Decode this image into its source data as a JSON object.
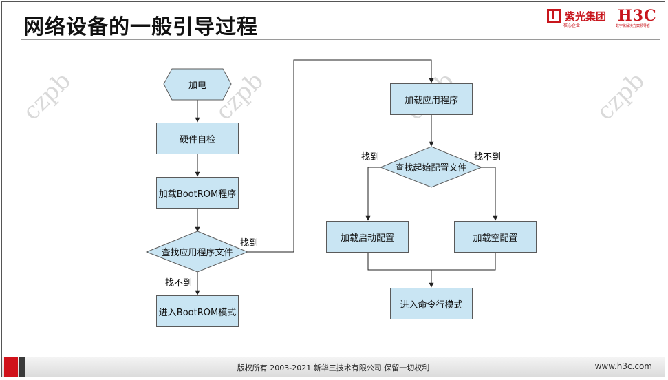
{
  "header": {
    "title": "网络设备的一般引导过程",
    "logo_unis": "紫光集团",
    "logo_unis_sub": "核心企业",
    "logo_h3c": "H3C",
    "logo_h3c_sub": "数字化解决方案领导者"
  },
  "watermark": "czpb",
  "flowchart": {
    "power_on": "加电",
    "self_test": "硬件自检",
    "load_bootrom": "加载BootROM程序",
    "find_app": "查找应用程序文件",
    "enter_bootrom": "进入BootROM模式",
    "load_app": "加载应用程序",
    "find_startup_config": "查找起始配置文件",
    "load_startup_config": "加载启动配置",
    "load_empty_config": "加载空配置",
    "enter_cli": "进入命令行模式",
    "label_found_1": "找到",
    "label_not_found_1": "找不到",
    "label_found_2": "找到",
    "label_not_found_2": "找不到"
  },
  "colors": {
    "node_fill": "#c9e5f3",
    "node_border": "#5a5a5a",
    "brand_red": "#c8161d"
  },
  "footer": {
    "copyright": "版权所有 2003-2021 新华三技术有限公司.保留一切权利",
    "url": "www.h3c.com"
  }
}
